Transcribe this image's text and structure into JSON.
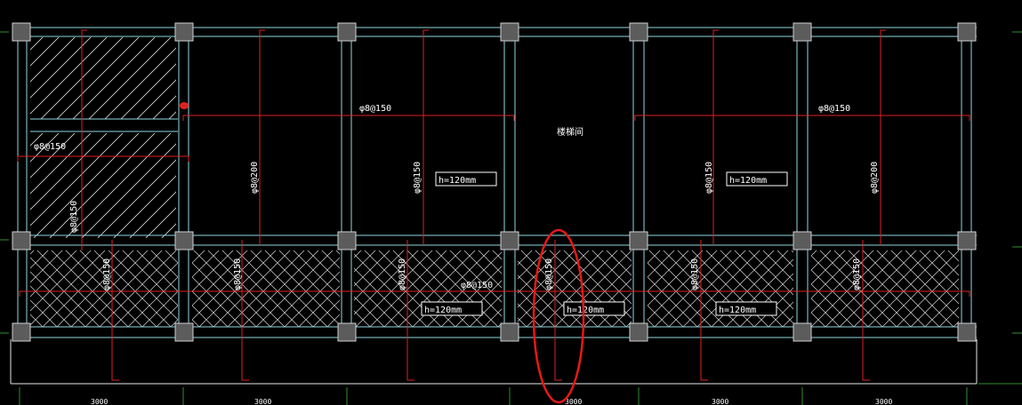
{
  "colors": {
    "background": "#000000",
    "wall": "#8fd8e0",
    "rebar": "#e02020",
    "text": "#ffffff",
    "column_fill": "#5c5c5c",
    "column_edge": "#d0d0d0",
    "hatch": "#d8d8d8",
    "grid_green": "#2f8f2f",
    "highlight": "#e81818"
  },
  "drawing": {
    "stair_label": "楼梯间",
    "spans_upper": [
      {
        "rebar_top": "φ8@150",
        "rebar_vertical": "φ8@150"
      },
      {
        "rebar_vertical": "φ8@200"
      },
      {
        "rebar_top": "φ8@150",
        "rebar_vertical": "φ8@150",
        "thickness": "h=120mm"
      },
      {
        "rebar_top": "φ8@150",
        "rebar_vertical": "φ8@150",
        "thickness": "h=120mm"
      },
      {
        "rebar_vertical": "φ8@200"
      }
    ],
    "spans_lower": [
      {
        "rebar_vertical": "φ8@150"
      },
      {
        "rebar_vertical": "φ8@150"
      },
      {
        "rebar_vertical": "φ8@150",
        "rebar_horizontal": "φ8@150",
        "thickness": "h=120mm"
      },
      {
        "rebar_vertical": "φ8@150",
        "thickness": "h=120mm"
      },
      {
        "rebar_vertical": "φ8@150",
        "thickness": "h=120mm"
      },
      {
        "rebar_vertical": "φ8@150"
      }
    ],
    "bottom_dimensions": [
      "3000",
      "3000",
      "3000",
      "3000",
      "3000"
    ]
  }
}
